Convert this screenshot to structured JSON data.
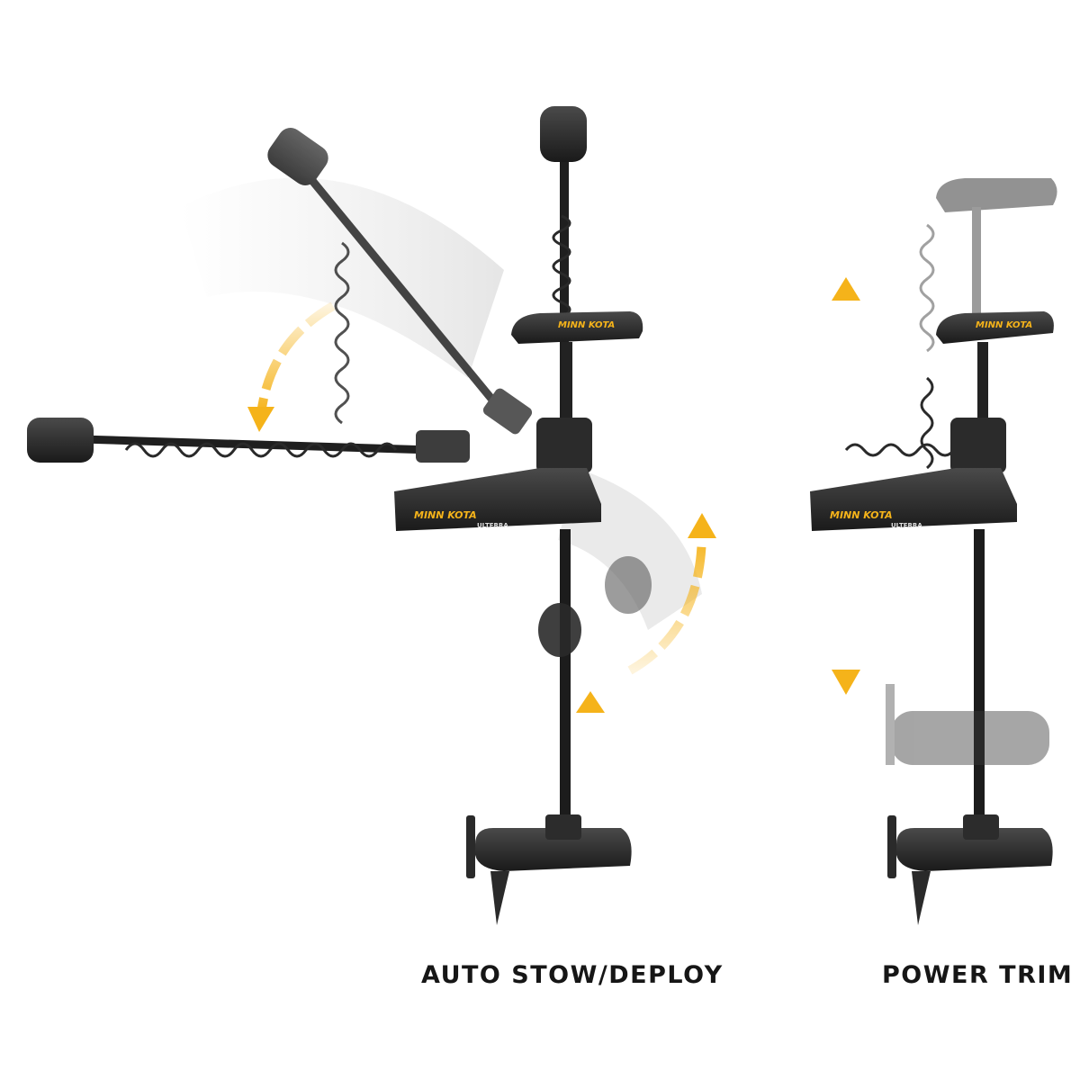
{
  "captions": {
    "auto_stow": "AUTO STOW/DEPLOY",
    "power_trim": "POWER TRIM"
  },
  "product": {
    "brand_logo": "MINN KOTA",
    "model_logo": "ULTERRA"
  },
  "colors": {
    "background": "#ffffff",
    "motor_body": "#2a2a2a",
    "motor_highlight": "#4a4a4a",
    "arrow": "#f5b31a",
    "caption_text": "#161616"
  },
  "icons": [
    "arrow-curved-down-icon",
    "arrow-curved-up-icon",
    "arrow-up-icon",
    "arrow-double-vertical-icon"
  ]
}
